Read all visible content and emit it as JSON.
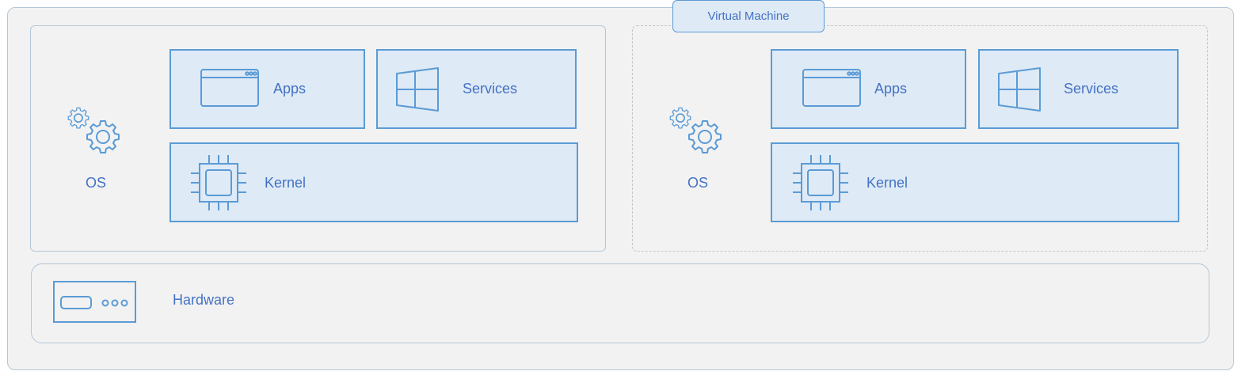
{
  "vm_tab": {
    "label": "Virtual Machine"
  },
  "host": {
    "os_label": "OS",
    "apps_label": "Apps",
    "services_label": "Services",
    "kernel_label": "Kernel"
  },
  "vm": {
    "os_label": "OS",
    "apps_label": "Apps",
    "services_label": "Services",
    "kernel_label": "Kernel"
  },
  "hardware": {
    "label": "Hardware"
  },
  "colors": {
    "accent": "#5b9bd5",
    "text": "#4472c4",
    "box_fill": "#deeaf6",
    "panel_fill": "#f2f2f2"
  },
  "icons": [
    "gears-icon",
    "app-window-icon",
    "windows-logo-icon",
    "cpu-chip-icon",
    "hardware-device-icon"
  ]
}
